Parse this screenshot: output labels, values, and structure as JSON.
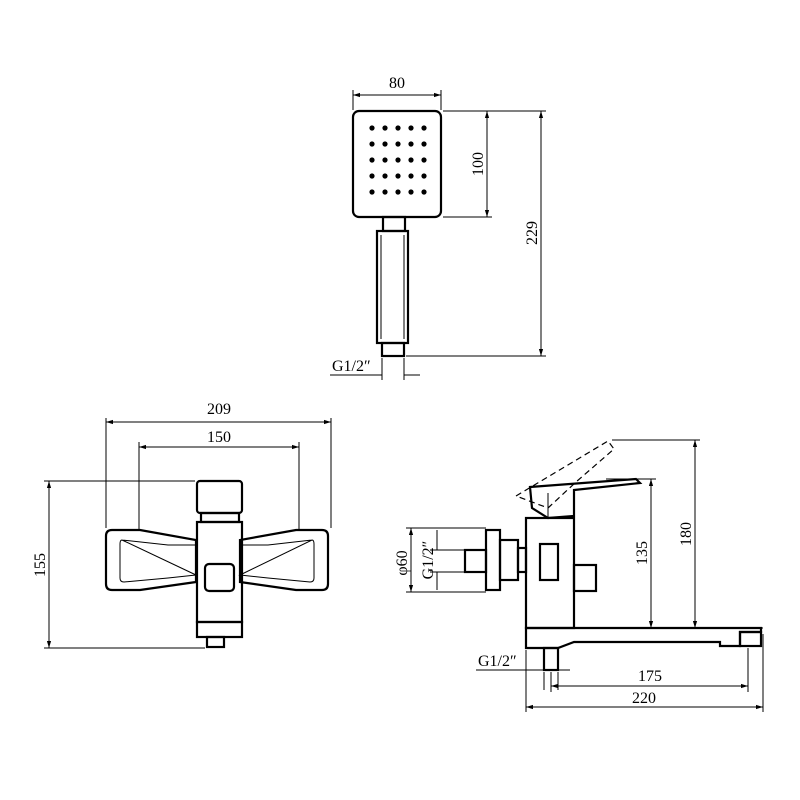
{
  "shower_head": {
    "width_label": "80",
    "head_height_label": "100",
    "total_height_label": "229",
    "thread_label": "G1/2″"
  },
  "front_view": {
    "overall_width_label": "209",
    "inlet_spacing_label": "150",
    "height_label": "155"
  },
  "side_view": {
    "diameter_label": "φ60",
    "thread_label_vertical": "G1/2″",
    "height_to_spout_label": "135",
    "total_height_label": "180",
    "spout_thread_label": "G1/2″",
    "spout_reach_label": "175",
    "total_depth_label": "220"
  }
}
